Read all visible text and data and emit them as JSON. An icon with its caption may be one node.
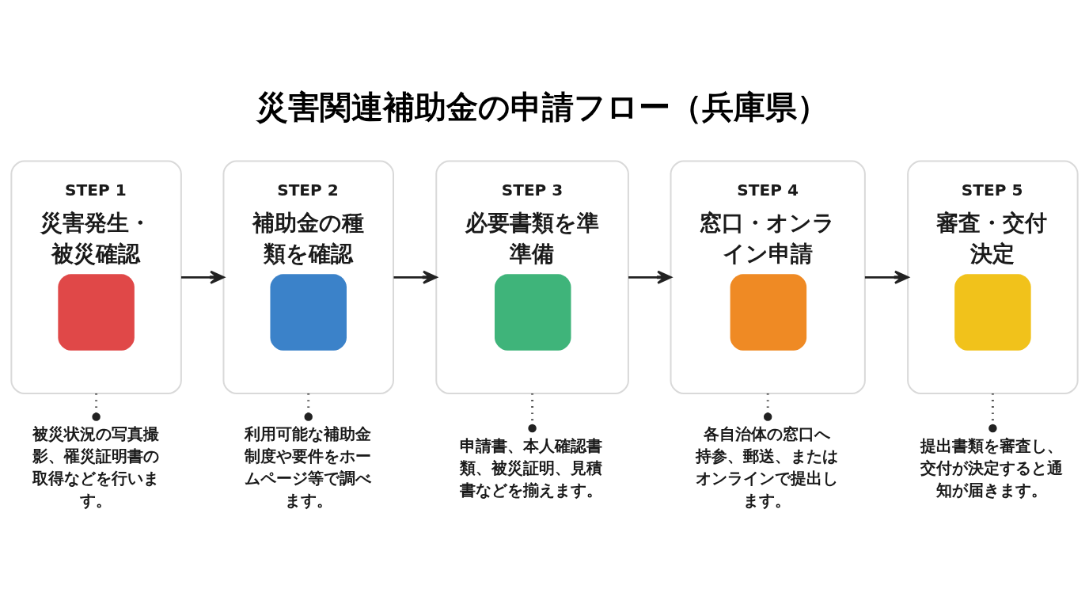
{
  "diagram": {
    "title": "災害関連補助金の申請フロー（兵庫県）",
    "nodes": [
      {
        "text": [
          "STEP 1",
          "災害発生・被災確認"
        ]
      },
      {
        "text": [
          "STEP 2",
          "補助金の種類を確認"
        ]
      },
      {
        "text": [
          "STEP 3",
          "必要書類を準準備"
        ]
      },
      {
        "text": [
          "STEP 4",
          "窓口・オンライン申請"
        ]
      },
      {
        "text": [
          "STEP 5",
          "審査・交付決定"
        ]
      },
      {
        "text": [
          "被災状況の写真撮影、罹災証明書の取得などを行います。"
        ]
      },
      {
        "text": [
          "利用可能な補助金制度や要件をホームページ等で調べます。"
        ]
      },
      {
        "text": [
          "申請書、本人確認書類、被災証明、見積書などを揃えます。"
        ]
      },
      {
        "text": [
          "各自治体の窓口へ持参、郵送、またはオンラインで提出します。"
        ]
      },
      {
        "text": [
          "提出書類を審査し、交付が決定すると通知が届きます。"
        ]
      }
    ],
    "edges": [
      {
        "from": 0,
        "to": 1,
        "arrow": "to"
      },
      {
        "from": 1,
        "to": 2,
        "arrow": "to"
      },
      {
        "from": 2,
        "to": 3,
        "arrow": "to"
      },
      {
        "from": 3,
        "to": 4,
        "arrow": "to"
      },
      {
        "from": 0,
        "to": 5,
        "arrow": "other",
        "style": "dashed"
      },
      {
        "from": 1,
        "to": 6,
        "arrow": "other",
        "style": "dashed"
      },
      {
        "from": 2,
        "to": 7,
        "arrow": "other",
        "style": "dashed"
      },
      {
        "from": 3,
        "to": 8,
        "arrow": "other",
        "style": "dashed"
      },
      {
        "from": 4,
        "to": 9,
        "arrow": "other",
        "style": "dashed"
      }
    ]
  }
}
